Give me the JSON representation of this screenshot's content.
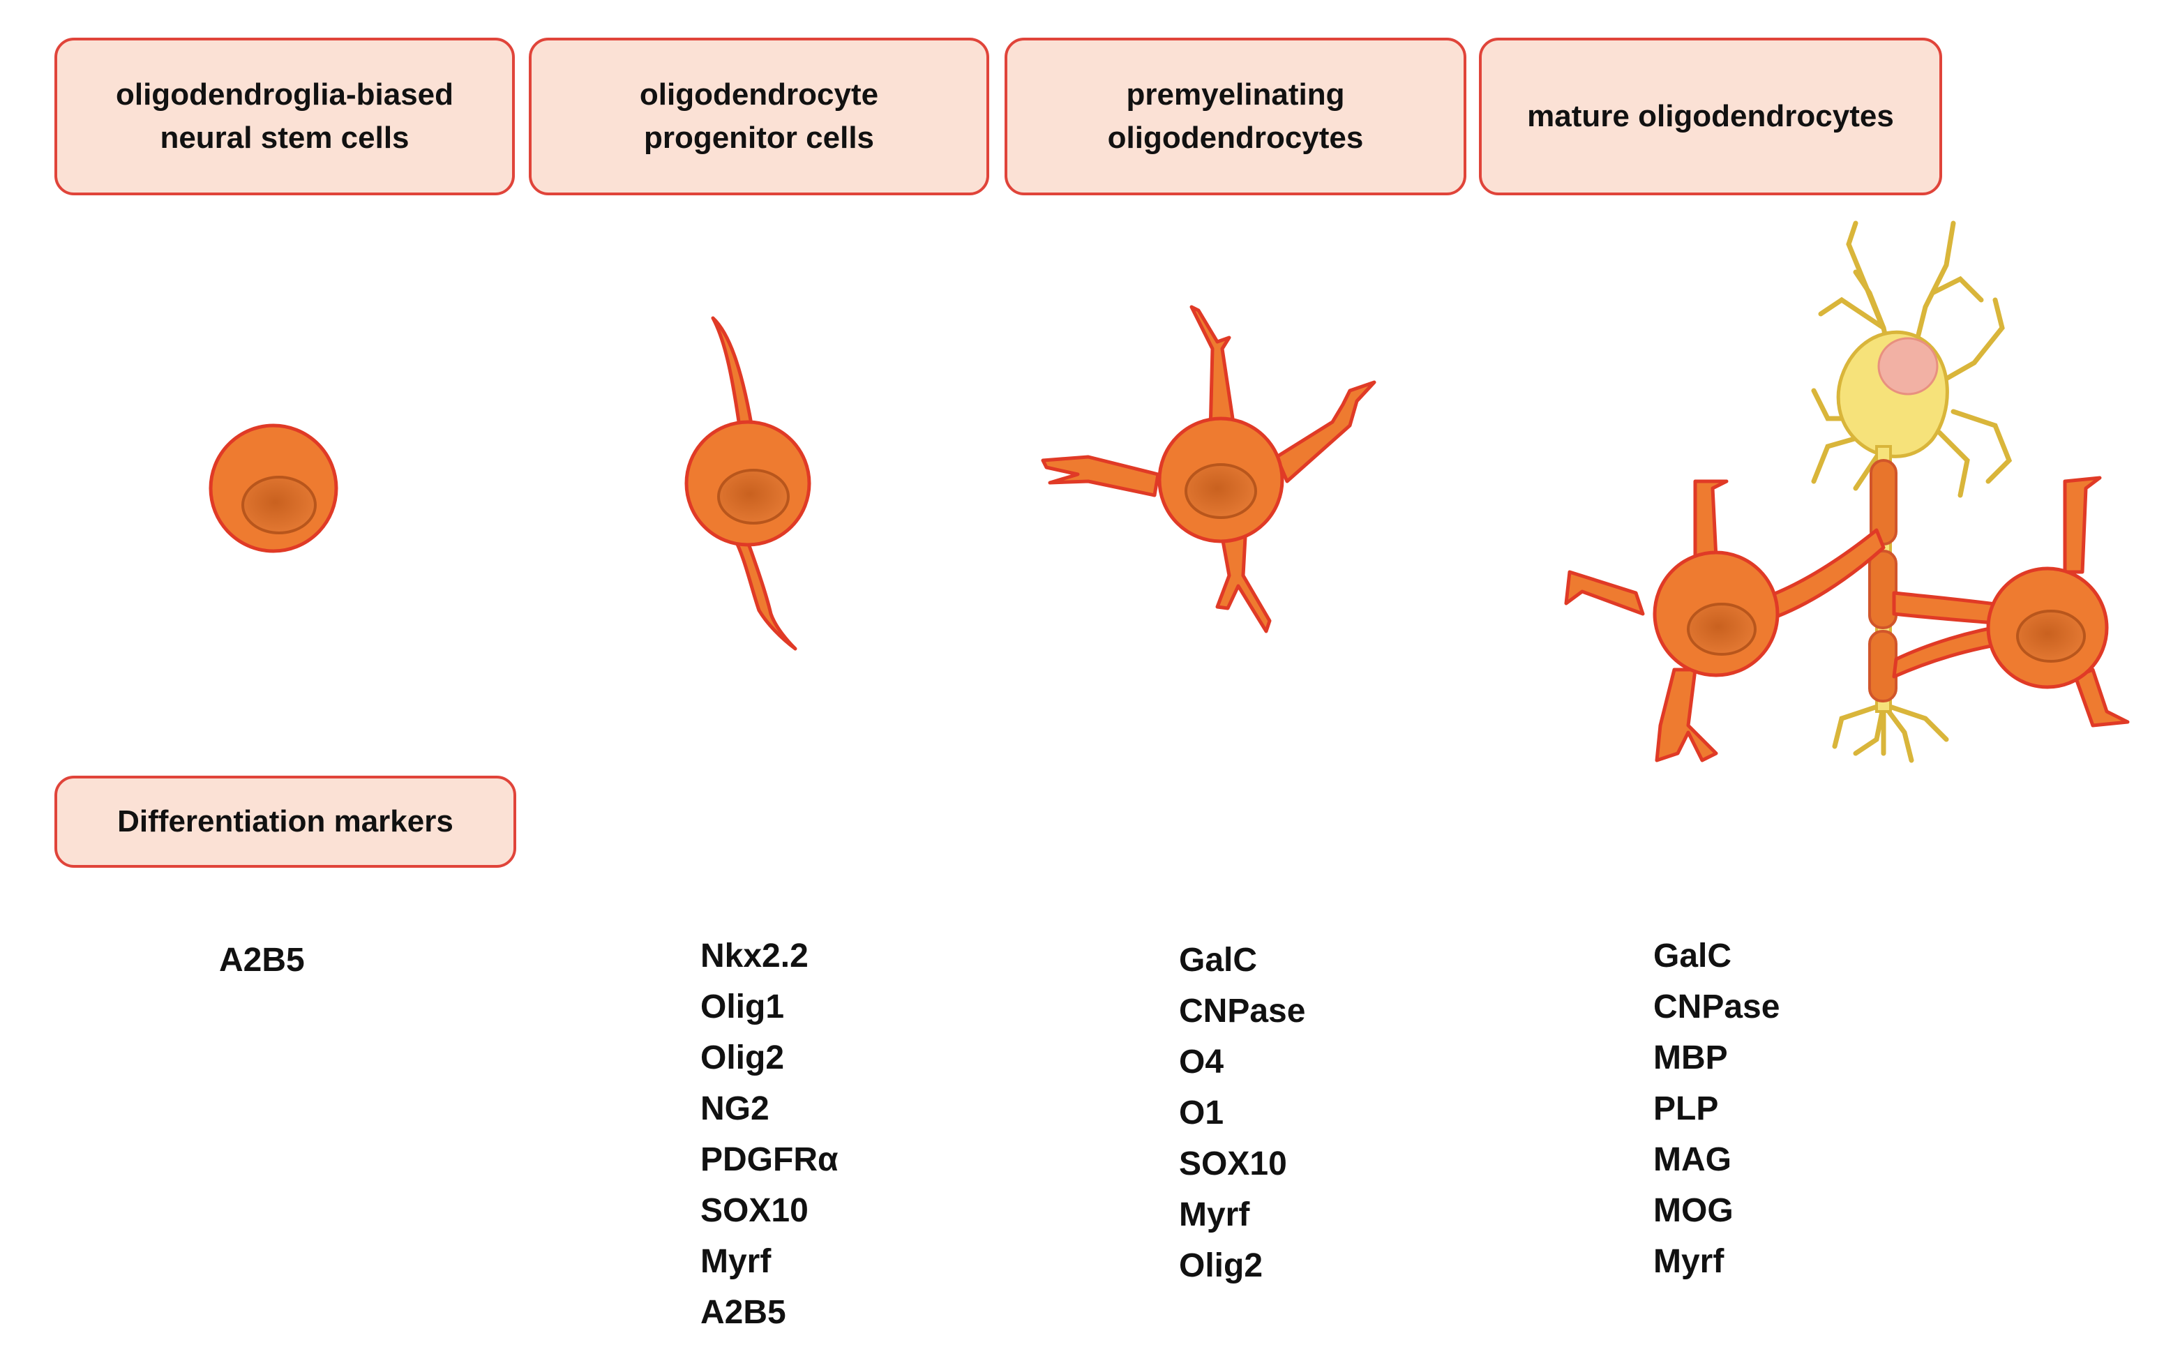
{
  "stages": [
    {
      "label": "oligodendroglia-biased\nneural stem cells",
      "markers": [
        "A2B5"
      ]
    },
    {
      "label": "oligodendrocyte\nprogenitor cells",
      "markers": [
        "Nkx2.2",
        "Olig1",
        "Olig2",
        "NG2",
        "PDGFRα",
        "SOX10",
        "Myrf",
        "A2B5"
      ]
    },
    {
      "label": "premyelinating\noligodendrocytes",
      "markers": [
        "GalC",
        "CNPase",
        "O4",
        "O1",
        "SOX10",
        "Myrf",
        "Olig2"
      ]
    },
    {
      "label": "mature oligodendrocytes",
      "markers": [
        "GalC",
        "CNPase",
        "MBP",
        "PLP",
        "MAG",
        "MOG",
        "Myrf"
      ]
    }
  ],
  "markers_heading": "Differentiation markers",
  "colors": {
    "box_fill": "#fbe1d5",
    "box_border": "#e0443a",
    "cell_fill": "#ee7b30",
    "cell_outline": "#e03a26",
    "neuron_fill": "#f6e27a",
    "neuron_outline": "#d9b53a",
    "nucleus_fill": "#f2b1a4"
  }
}
